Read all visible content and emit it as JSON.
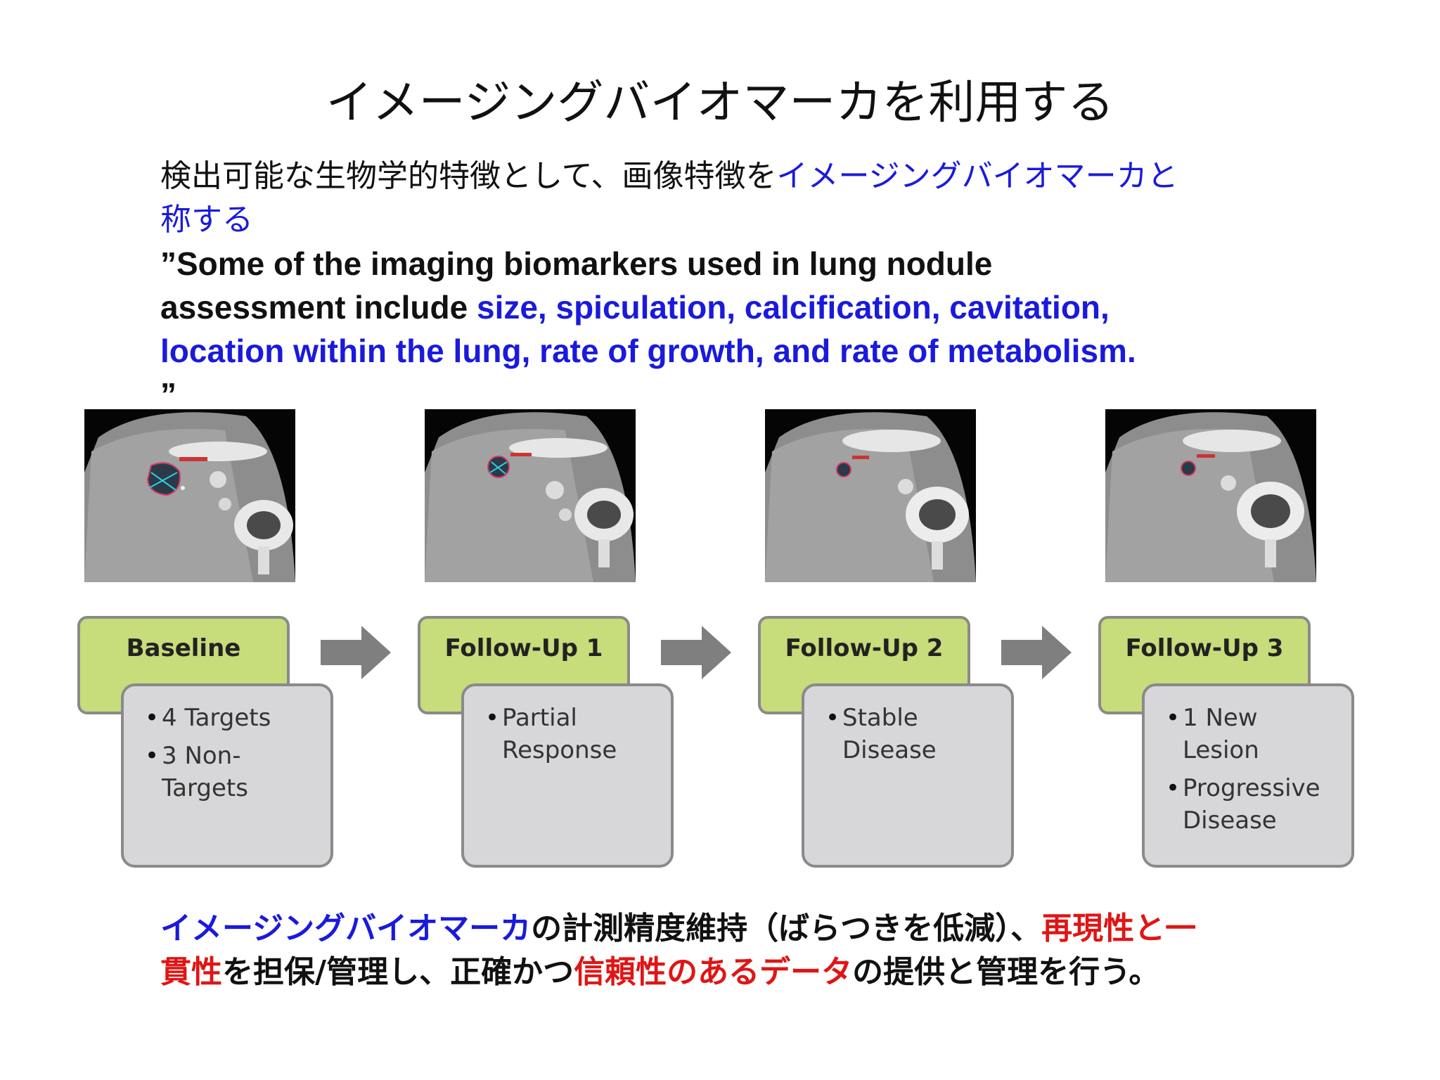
{
  "title": "イメージングバイオマーカを利用する",
  "intro": {
    "line1_black": "検出可能な生物学的特徴として、画像特徴を",
    "line1_blue": "イメージングバイオマーカと",
    "line2_blue": "称する",
    "quote_open": "”",
    "en_black_1": "Some of the imaging biomarkers used in lung nodule",
    "en_black_2": "assessment include ",
    "en_blue_2": "size, spiculation, calcification, cavitation,",
    "en_blue_3": "location within the lung, rate of growth, and rate of metabolism.",
    "quote_close": "”"
  },
  "stages": [
    {
      "label": "Baseline",
      "items": [
        "4 Targets",
        "3 Non-Targets"
      ]
    },
    {
      "label": "Follow-Up 1",
      "items": [
        "Partial Response"
      ]
    },
    {
      "label": "Follow-Up 2",
      "items": [
        "Stable Disease"
      ]
    },
    {
      "label": "Follow-Up 3",
      "items": [
        "1 New Lesion",
        "Progressive Disease"
      ]
    }
  ],
  "footer": {
    "f1_blue": "イメージングバイオマーカ",
    "f1_black": "の計測精度維持（ばらつきを低減）、",
    "f1_red": "再現性と一",
    "f2_red": "貫性",
    "f2_black": "を担保/管理し、正確かつ",
    "f2_red2": "信頼性のあるデータ",
    "f2_black2": "の提供と管理を行う。"
  },
  "colors": {
    "accent_blue": "#1a1adc",
    "accent_red": "#e01515",
    "stage_green": "#c7dc7a",
    "detail_gray": "#d7d7d9"
  }
}
